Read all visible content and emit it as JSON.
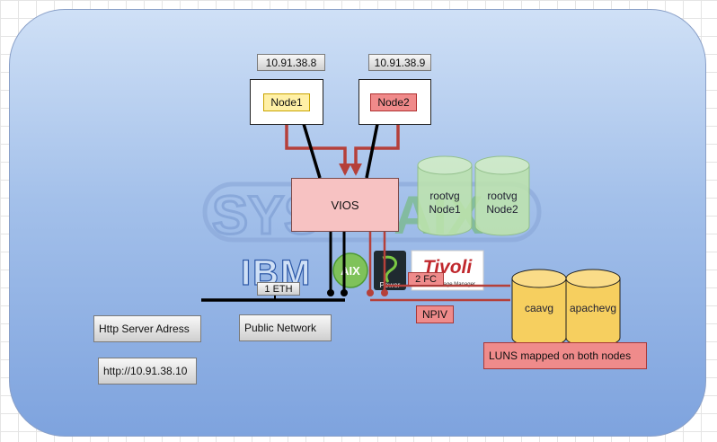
{
  "nodes": {
    "node1": {
      "ip": "10.91.38.8",
      "label": "Node1"
    },
    "node2": {
      "ip": "10.91.38.9",
      "label": "Node2"
    }
  },
  "vios": {
    "label": "VIOS"
  },
  "rootvg": [
    {
      "label": "rootvg\nNode1"
    },
    {
      "label": "rootvg\nNode2"
    }
  ],
  "watermark": {
    "left": "SYS",
    "right": "AIX"
  },
  "logos": {
    "ibm": "IBM",
    "aix": "AIX",
    "power": "Power",
    "tivoli": "Tivoli",
    "tivoli_sub": "Tivoli Storage Manager"
  },
  "network": {
    "eth_label": "1 ETH",
    "fc_label": "2 FC",
    "public_network": "Public Network",
    "npiv": "NPIV"
  },
  "http": {
    "server_label": "Http Server Adress",
    "url": "http://10.91.38.10"
  },
  "storage": {
    "disks": [
      {
        "label": "caavg"
      },
      {
        "label": "apachevg"
      }
    ],
    "luns_label": "LUNS mapped on both nodes"
  },
  "colors": {
    "link_red": "#b5403a",
    "link_black": "#000000",
    "rootvg_green": "#b9e3a4"
  }
}
